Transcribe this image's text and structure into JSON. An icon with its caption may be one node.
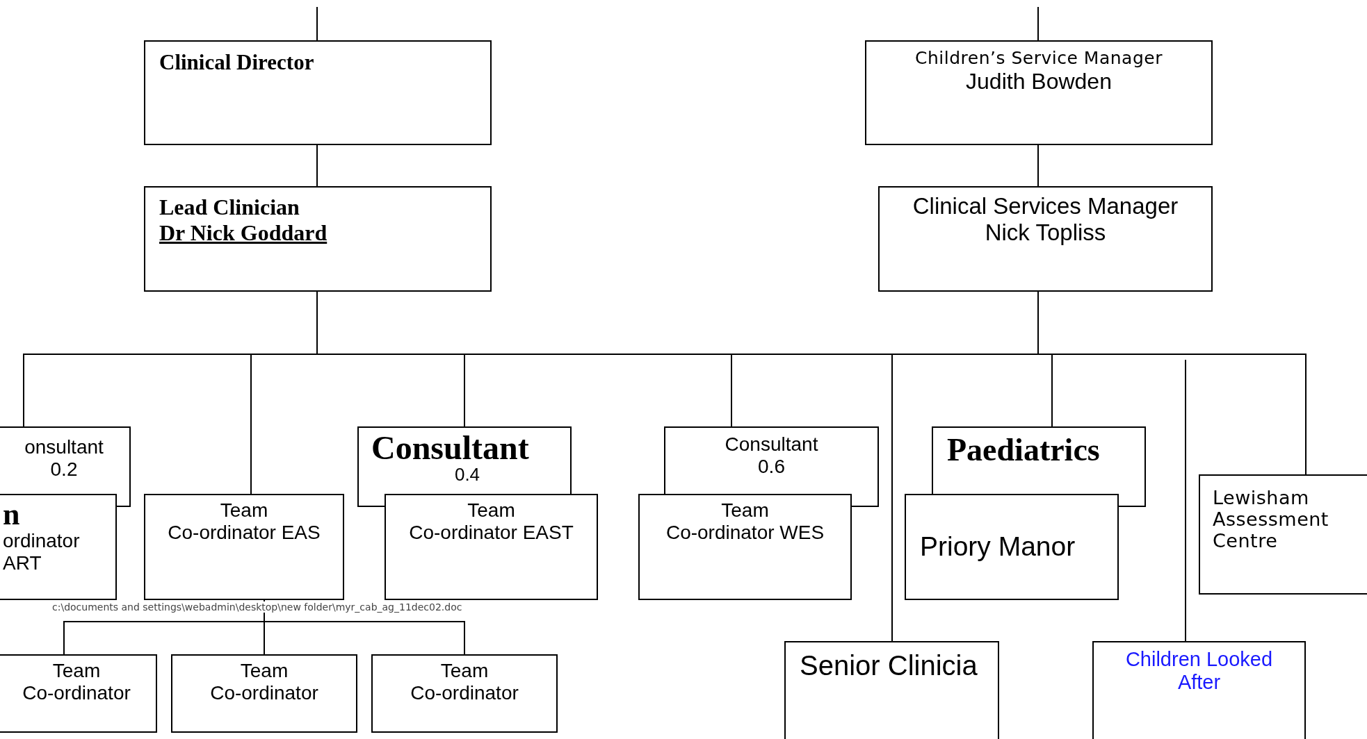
{
  "diagram": {
    "nodes": [
      {
        "text": [
          "Clinical Director"
        ]
      },
      {
        "text": [
          "Lead Clinician",
          "Dr Nick Goddard"
        ]
      },
      {
        "text": [
          "Children’s Service Manager",
          "Judith Bowden"
        ]
      },
      {
        "text": [
          "Clinical Services Manager",
          "Nick Topliss"
        ]
      },
      {
        "text": [
          "onsultant",
          "0.2"
        ]
      },
      {
        "text": [
          "n",
          "ordinator ART"
        ]
      },
      {
        "text": [
          "Team",
          "Co-ordinator EAS"
        ]
      },
      {
        "text": [
          "Consultant",
          "0.4"
        ]
      },
      {
        "text": [
          "Team",
          "Co-ordinator EAST"
        ]
      },
      {
        "text": [
          "Consultant",
          "0.6"
        ]
      },
      {
        "text": [
          "Team",
          "Co-ordinator WES"
        ]
      },
      {
        "text": [
          "Paediatrics"
        ]
      },
      {
        "text": [
          "Priory Manor"
        ]
      },
      {
        "text": [
          "Lewisham Assessment Centre"
        ]
      },
      {
        "text": [
          "Senior Clinicia"
        ]
      },
      {
        "text": [
          "Children Looked After"
        ]
      },
      {
        "text": [
          "Team",
          "Co-ordinator"
        ]
      },
      {
        "text": [
          "Team",
          "Co-ordinator"
        ]
      },
      {
        "text": [
          "Team",
          "Co-ordinator"
        ]
      }
    ],
    "edges": [
      {
        "from": null,
        "to": 0,
        "arrow": "none"
      },
      {
        "from": null,
        "to": 2,
        "arrow": "none"
      },
      {
        "from": 0,
        "to": 1,
        "arrow": "none"
      },
      {
        "from": 2,
        "to": 3,
        "arrow": "none"
      },
      {
        "from": 1,
        "to": 4,
        "arrow": "none"
      },
      {
        "from": 1,
        "to": 6,
        "arrow": "none"
      },
      {
        "from": 1,
        "to": 7,
        "arrow": "none"
      },
      {
        "from": 1,
        "to": 9,
        "arrow": "none"
      },
      {
        "from": 1,
        "to": 14,
        "arrow": "none"
      },
      {
        "from": 1,
        "to": 11,
        "arrow": "none"
      },
      {
        "from": 1,
        "to": 13,
        "arrow": "none"
      },
      {
        "from": 3,
        "to": 4,
        "arrow": "none"
      },
      {
        "from": 3,
        "to": 6,
        "arrow": "none"
      },
      {
        "from": 3,
        "to": 7,
        "arrow": "none"
      },
      {
        "from": 3,
        "to": 9,
        "arrow": "none"
      },
      {
        "from": 3,
        "to": 14,
        "arrow": "none"
      },
      {
        "from": 3,
        "to": 11,
        "arrow": "none"
      },
      {
        "from": 3,
        "to": 13,
        "arrow": "none"
      },
      {
        "from": null,
        "to": 15,
        "arrow": "none"
      },
      {
        "from": 6,
        "to": 16,
        "arrow": "none"
      },
      {
        "from": 6,
        "to": 17,
        "arrow": "none"
      },
      {
        "from": 6,
        "to": 18,
        "arrow": "none"
      }
    ],
    "labels": [
      "c:\\documents and settings\\webadmin\\desktop\\new folder\\myr_cab_ag_11dec02.doc"
    ]
  }
}
